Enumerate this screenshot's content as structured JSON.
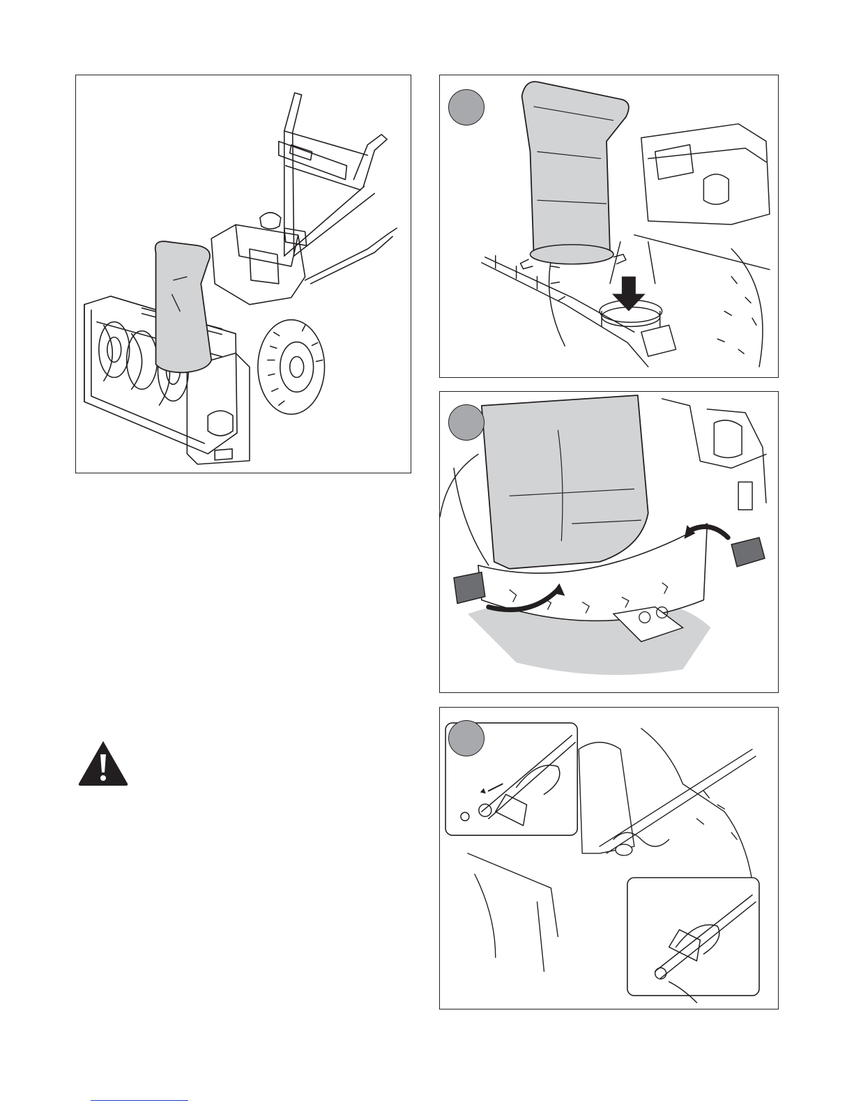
{
  "document": {
    "figures": [
      {
        "id": "overview",
        "subject": "snow-blower-assembled"
      },
      {
        "id": "step-a",
        "subject": "chute-placed-on-base"
      },
      {
        "id": "step-b",
        "subject": "chute-flange-clips-rotated"
      },
      {
        "id": "step-c",
        "subject": "auger-shaft-bearing-detail"
      }
    ],
    "icons": {
      "warning": "warning-triangle-icon",
      "step_marker": "step-circle-icon",
      "arrow": "arrow-down-icon"
    },
    "colors": {
      "ink": "#231f20",
      "chute_fill": "#d1d3d4",
      "marker_fill": "#a7a9ac",
      "footer_rule": "#1f3fd1"
    }
  }
}
